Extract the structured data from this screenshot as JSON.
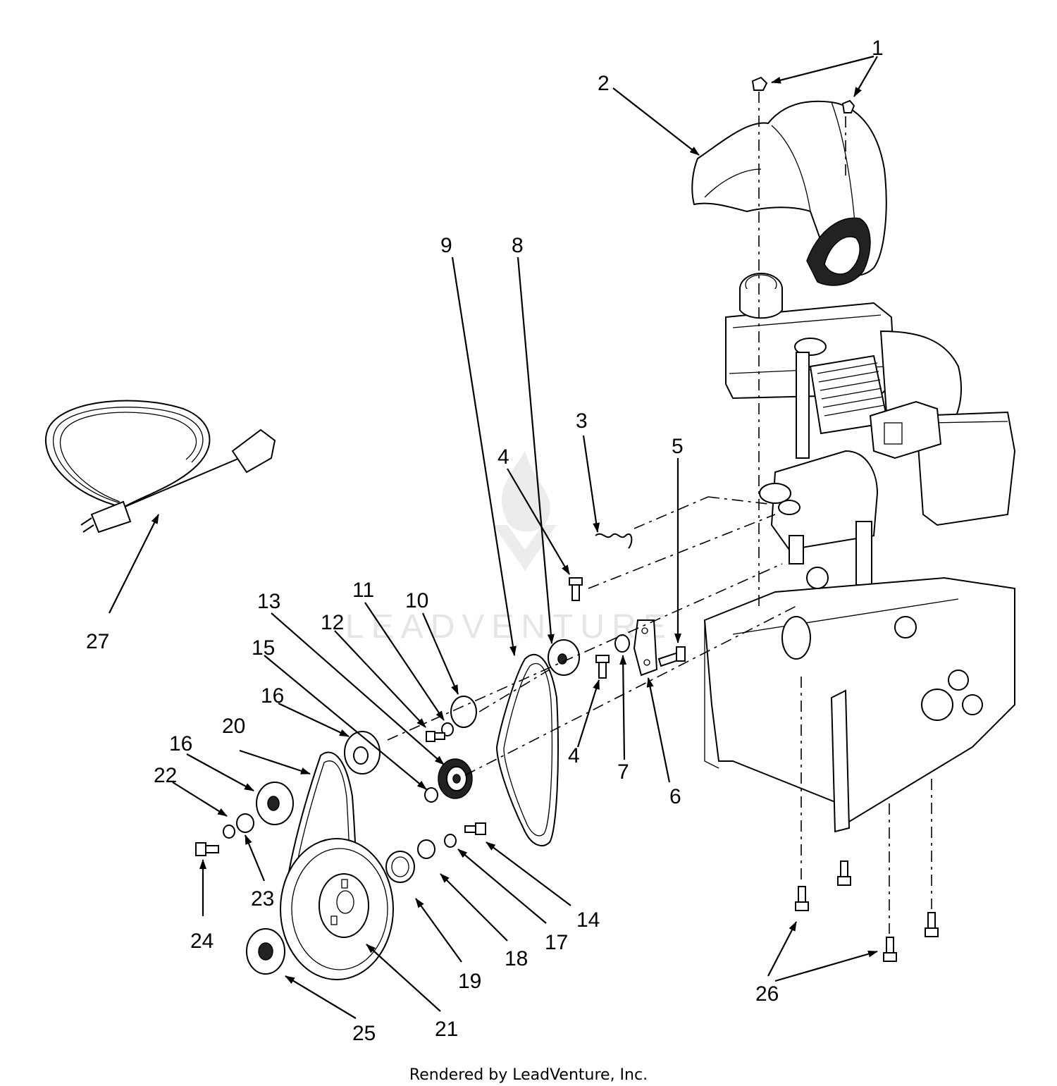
{
  "footer": {
    "credit": "Rendered by LeadVenture, Inc."
  },
  "watermark": {
    "text": "LEADVENTURE"
  },
  "callouts": [
    "1",
    "2",
    "3",
    "4",
    "4",
    "5",
    "6",
    "7",
    "8",
    "9",
    "10",
    "11",
    "12",
    "13",
    "14",
    "15",
    "16",
    "16",
    "17",
    "18",
    "19",
    "20",
    "21",
    "22",
    "23",
    "24",
    "25",
    "26",
    "27"
  ]
}
